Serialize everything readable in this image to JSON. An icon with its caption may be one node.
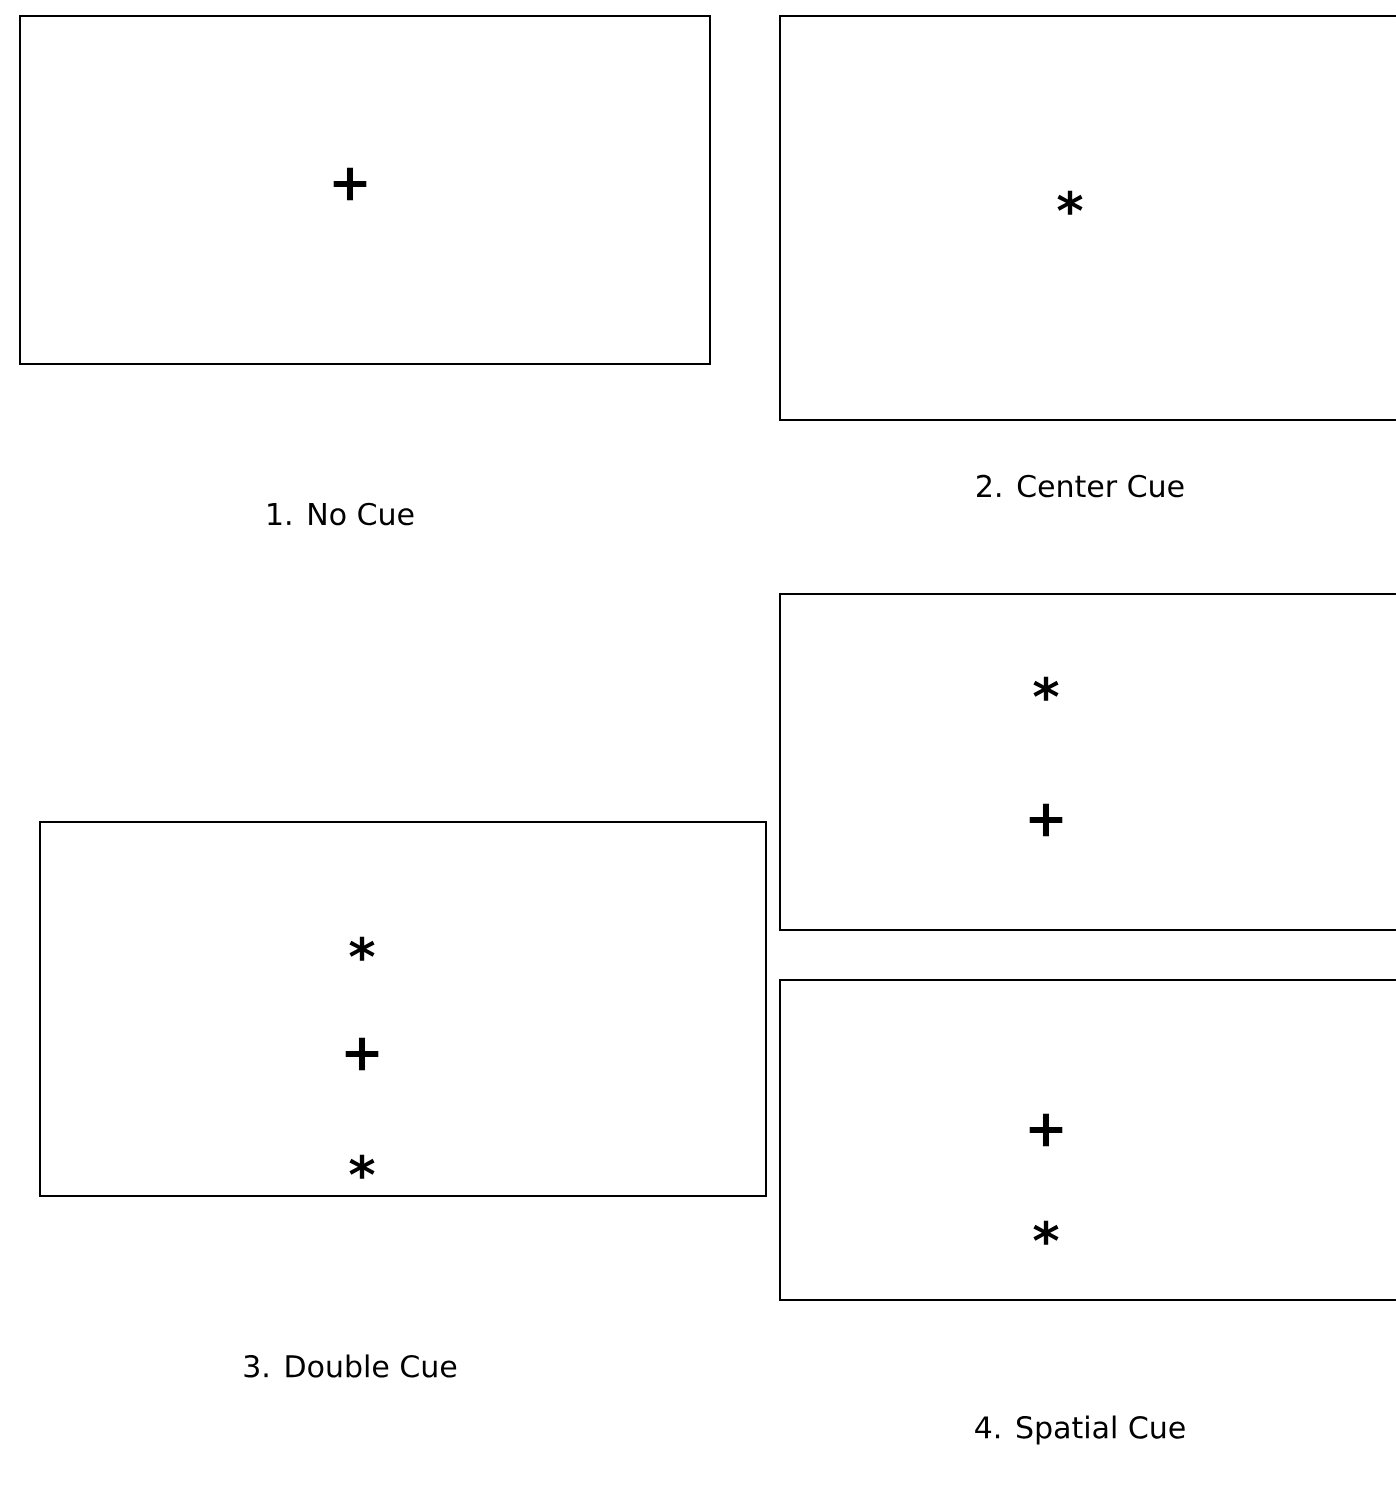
{
  "diagram": {
    "nodes": [
      {
        "text": [
          "+"
        ]
      },
      {
        "text": [
          "*"
        ]
      },
      {
        "text": [
          "*",
          "+"
        ]
      },
      {
        "text": [
          "*",
          "+",
          "*"
        ]
      },
      {
        "text": [
          "+",
          "*"
        ]
      }
    ],
    "labels": [
      "1. No Cue",
      "2. Center Cue",
      "3. Double Cue",
      "4. Spatial Cue"
    ]
  }
}
